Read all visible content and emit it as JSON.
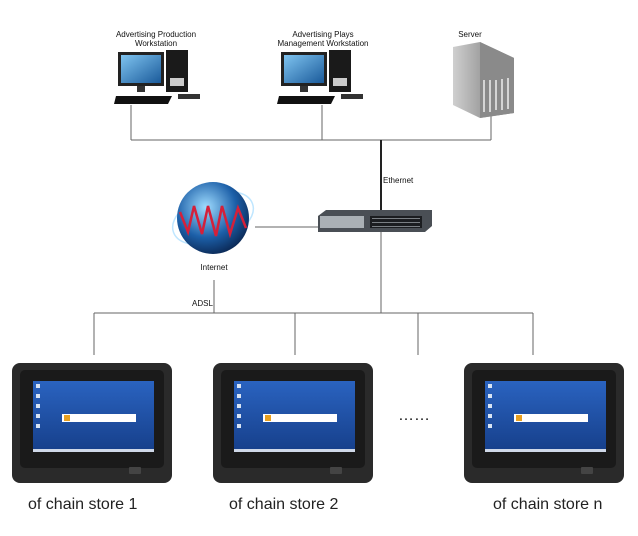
{
  "nodes": {
    "production_workstation": "Advertising Production\nWorkstation",
    "management_workstation": "Advertising Plays\nManagement Workstation",
    "server": "Server",
    "internet": "Internet",
    "switch_link": "Ethernet",
    "internet_link": "ADSL",
    "ellipsis": "……"
  },
  "stores": [
    "of chain store 1",
    "of chain store 2",
    "of chain store n"
  ],
  "colors": {
    "screen": "#1e4fa8",
    "line": "#555555",
    "panel": "#2a2a2a"
  }
}
